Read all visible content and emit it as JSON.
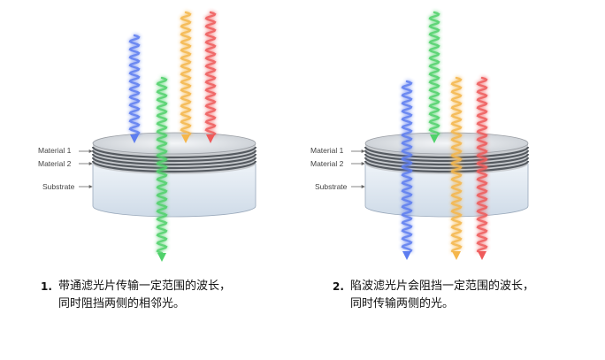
{
  "panels": [
    {
      "labels": {
        "material1": "Material 1",
        "material2": "Material 2",
        "substrate": "Substrate"
      },
      "caption": {
        "number": "1.",
        "line1": "带通滤光片传输一定范围的波长，",
        "line2": "同时阻挡两侧的相邻光。"
      }
    },
    {
      "labels": {
        "material1": "Material 1",
        "material2": "Material 2",
        "substrate": "Substrate"
      },
      "caption": {
        "number": "2.",
        "line1": "陷波滤光片会阻挡一定范围的波长，",
        "line2": "同时传输两侧的光。"
      }
    }
  ],
  "colors": {
    "blue": "#5d7df0",
    "green": "#4fd16a",
    "orange": "#f5b64b",
    "red": "#ef5a5a",
    "substrate": "#dde8f3",
    "layer_dark": "#555a60",
    "layer_light": "#c9ccd0"
  }
}
